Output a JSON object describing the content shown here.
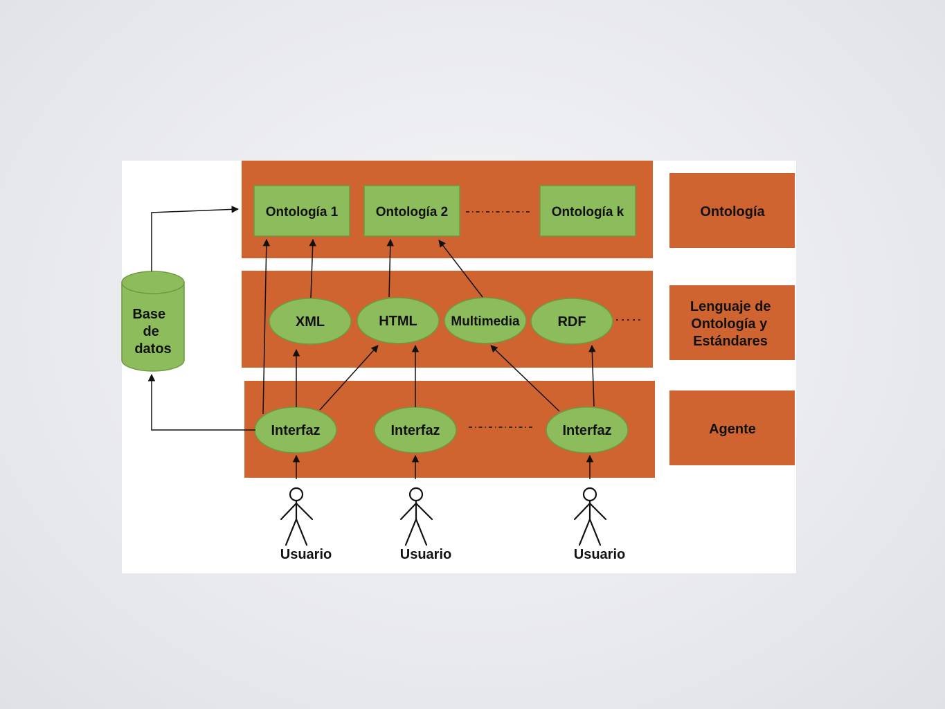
{
  "colors": {
    "slide_background": "#e6e8eb",
    "canvas": "#ffffff",
    "layer_fill": "#cf6430",
    "node_fill": "#8dbc5c",
    "node_stroke": "#6d9a40",
    "line": "#111111"
  },
  "ontologias": [
    "Ontología 1",
    "Ontología 2",
    "Ontología k"
  ],
  "lenguajes": [
    "XML",
    "HTML",
    "Multimedia",
    "RDF"
  ],
  "interfaces": [
    "Interfaz",
    "Interfaz",
    "Interfaz"
  ],
  "usuarios": [
    "Usuario",
    "Usuario",
    "Usuario"
  ],
  "base_datos": [
    "Base",
    "de",
    "datos"
  ],
  "legend": {
    "ontologia": [
      "Ontología"
    ],
    "lenguaje": [
      "Lenguaje de",
      "Ontología y",
      "Estándares"
    ],
    "agente": [
      "Agente"
    ]
  }
}
